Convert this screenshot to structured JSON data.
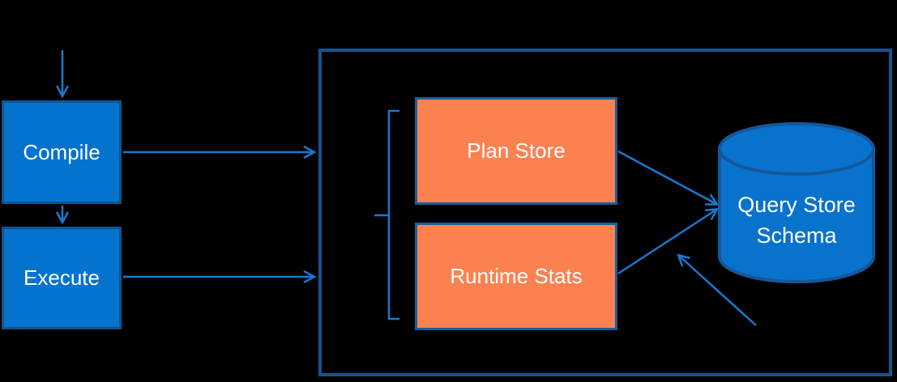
{
  "diagram": {
    "type": "flow-diagram",
    "background": "#000000",
    "colors": {
      "background": "#000000",
      "box_fill": "#0473CE",
      "box_border": "#11538F",
      "orange_fill": "#FC8150",
      "orange_border": "#1B5E9E",
      "container_border": "#17548C",
      "arrow": "#1878CE",
      "cylinder_fill": "#0873CD",
      "cylinder_border": "#15579B",
      "text": "#FFFFFF"
    },
    "nodes": {
      "compile": {
        "label": "Compile",
        "shape": "rectangle",
        "color": "blue"
      },
      "execute": {
        "label": "Execute",
        "shape": "rectangle",
        "color": "blue"
      },
      "plan_store": {
        "label": "Plan Store",
        "shape": "rectangle",
        "color": "orange"
      },
      "runtime_stats": {
        "label": "Runtime Stats",
        "shape": "rectangle",
        "color": "orange"
      },
      "query_store_schema": {
        "label": "Query Store Schema",
        "line1": "Query Store",
        "line2": "Schema",
        "shape": "database-cylinder",
        "color": "blue"
      },
      "query_store_container": {
        "label": "",
        "shape": "outlined-rectangle"
      }
    },
    "edges": [
      {
        "from": "external-top",
        "to": "compile",
        "style": "arrow"
      },
      {
        "from": "compile",
        "to": "execute",
        "style": "arrow"
      },
      {
        "from": "compile",
        "to": "query_store_container",
        "style": "arrow"
      },
      {
        "from": "execute",
        "to": "query_store_container",
        "style": "arrow"
      },
      {
        "from": "plan_store",
        "to": "query_store_schema",
        "style": "arrow"
      },
      {
        "from": "runtime_stats",
        "to": "query_store_schema",
        "style": "arrow"
      },
      {
        "from": "external-bottom-right",
        "to": "query_store_schema",
        "style": "arrow"
      },
      {
        "from": "bracket",
        "to": "plan_store,runtime_stats",
        "style": "grouping-bracket"
      }
    ]
  }
}
